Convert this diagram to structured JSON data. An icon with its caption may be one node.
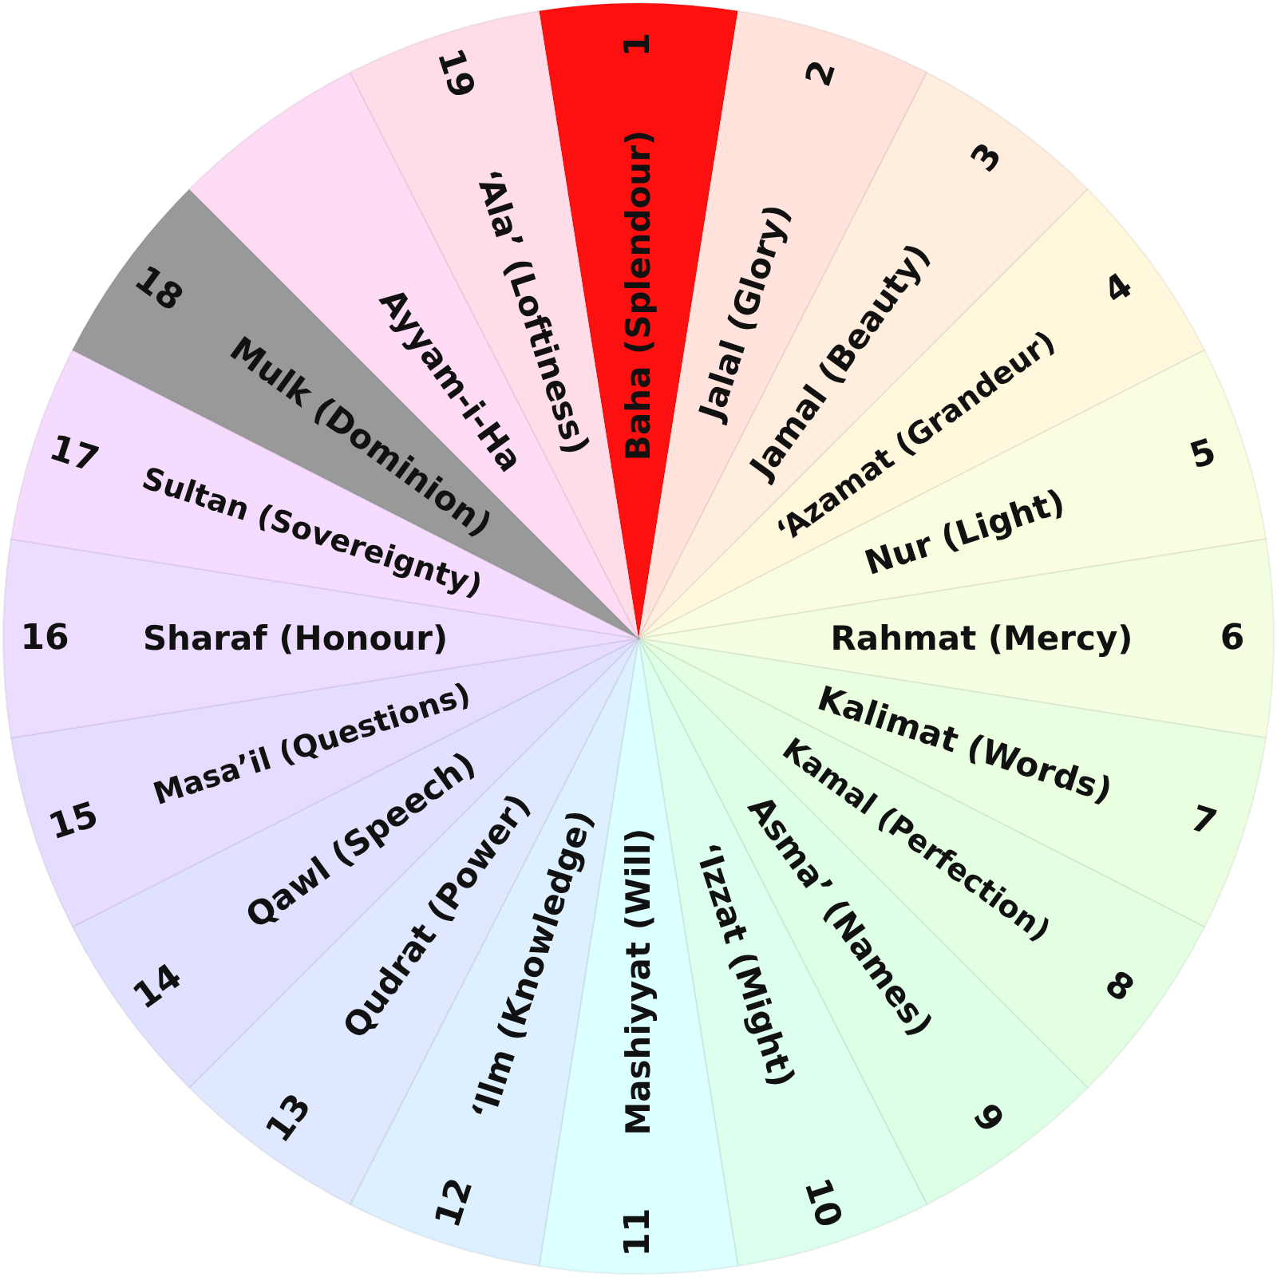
{
  "diagram": {
    "nodes": [
      {
        "text": [
          "Baha (Splendour)",
          "1"
        ]
      },
      {
        "text": [
          "Jalal (Glory)",
          "2"
        ]
      },
      {
        "text": [
          "Jamal (Beauty)",
          "3"
        ]
      },
      {
        "text": [
          "‘Azamat (Grandeur)",
          "4"
        ]
      },
      {
        "text": [
          "Nur (Light)",
          "5"
        ]
      },
      {
        "text": [
          "Rahmat (Mercy)",
          "6"
        ]
      },
      {
        "text": [
          "Kalimat (Words)",
          "7"
        ]
      },
      {
        "text": [
          "Kamal (Perfection)",
          "8"
        ]
      },
      {
        "text": [
          "Asma’ (Names)",
          "9"
        ]
      },
      {
        "text": [
          "‘Izzat (Might)",
          "10"
        ]
      },
      {
        "text": [
          "11",
          "Mashiyyat (Will)"
        ]
      },
      {
        "text": [
          "12",
          "‘Ilm (Knowledge)"
        ]
      },
      {
        "text": [
          "13",
          "Qudrat (Power)"
        ]
      },
      {
        "text": [
          "14",
          "Qawl (Speech)"
        ]
      },
      {
        "text": [
          "15",
          "Masa’il (Questions)"
        ]
      },
      {
        "text": [
          "16",
          "Sharaf (Honour)"
        ]
      },
      {
        "text": [
          "17",
          "Sultan (Sovereignty)"
        ]
      },
      {
        "text": [
          "18",
          "Mulk (Dominion)"
        ]
      },
      {
        "text": [
          "Ayyam-i-Ha"
        ]
      },
      {
        "text": [
          "19",
          "‘Ala’ (Loftiness)"
        ]
      }
    ]
  }
}
